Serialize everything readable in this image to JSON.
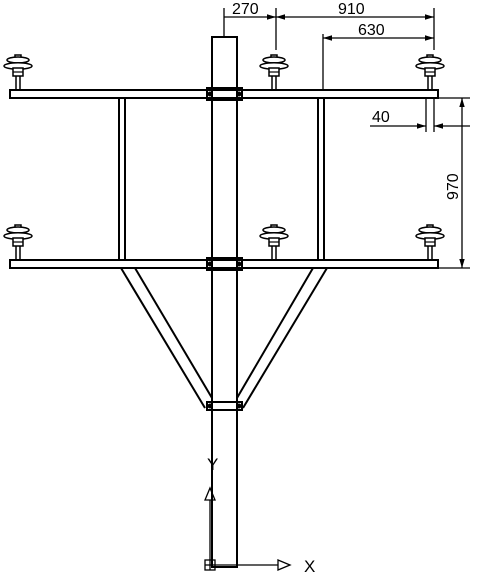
{
  "dimensions": {
    "d270": "270",
    "d910": "910",
    "d630": "630",
    "d40": "40",
    "d970": "970"
  },
  "axes": {
    "y_label": "Y",
    "x_label": "X"
  }
}
